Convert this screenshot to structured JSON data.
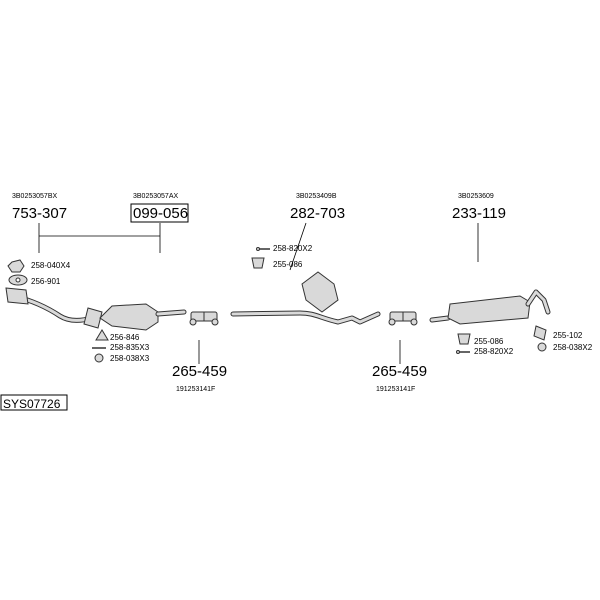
{
  "system_code": "SYS07726",
  "assemblies": [
    {
      "ref": "3B0253057BX",
      "part": "753-307"
    },
    {
      "ref": "3B0253057AX",
      "part": "099-056"
    },
    {
      "ref": "3B0253409B",
      "part": "282-703"
    },
    {
      "ref": "3B0253609",
      "part": "233-119"
    }
  ],
  "clamps": [
    {
      "part": "265-459",
      "ref": "191253141F"
    },
    {
      "part": "265-459",
      "ref": "191253141F"
    }
  ],
  "accessories": {
    "front_top": [
      "258-040X4",
      "256-901"
    ],
    "front_bottom": [
      "256-846",
      "258-835X3",
      "258-038X3"
    ],
    "mid": [
      "258-820X2",
      "255-086"
    ],
    "rear_left": [
      "255-086",
      "258-820X2"
    ],
    "rear_right": [
      "255-102",
      "258-038X2"
    ]
  }
}
